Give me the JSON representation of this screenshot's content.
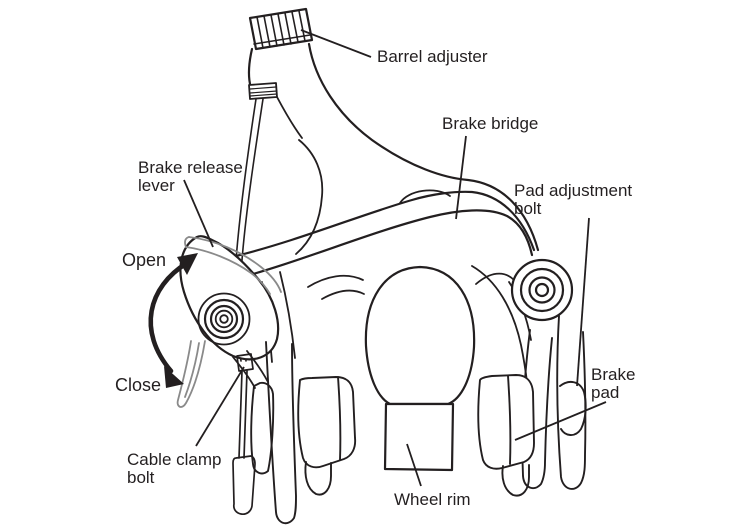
{
  "diagram": {
    "subject": "bicycle-caliper-brake",
    "background_color": "#ffffff",
    "ink_color": "#231f20",
    "lever_ink_color": "#8a8a8a",
    "labels": {
      "barrel_adjuster": "Barrel adjuster",
      "brake_bridge": "Brake bridge",
      "brake_release_1": "Brake release",
      "brake_release_2": "lever",
      "open": "Open",
      "close": "Close",
      "pad_adjustment_1": "Pad adjustment",
      "pad_adjustment_2": "bolt",
      "cable_clamp_1": "Cable clamp",
      "cable_clamp_2": "bolt",
      "brake_pad_1": "Brake",
      "brake_pad_2": "pad",
      "wheel_rim": "Wheel rim"
    }
  }
}
